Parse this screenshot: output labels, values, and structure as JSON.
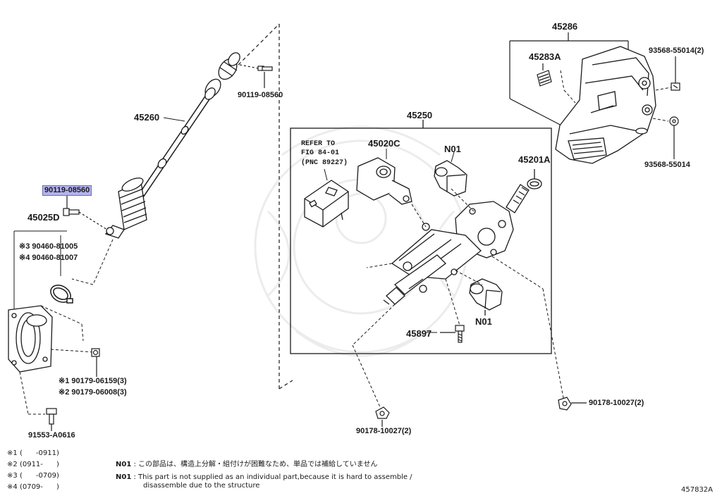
{
  "parts": {
    "p45260": "45260",
    "p90119_08560_top": "90119-08560",
    "p90119_08560_hl": "90119-08560",
    "p45025d": "45025D",
    "p90460_81005": "※3 90460-81005",
    "p90460_81007": "※4 90460-81007",
    "p90179_06159": "※1 90179-06159(3)",
    "p90179_06008": "※2 90179-06008(3)",
    "p91553": "91553-A0616",
    "p45250": "45250",
    "refer_line1": "REFER TO",
    "refer_line2": "FIG 84-01",
    "refer_line3": "(PNC 89227)",
    "p45020c": "45020C",
    "n01_top": "N01",
    "p45201a": "45201A",
    "n01_bottom": "N01",
    "p45897": "45897",
    "p90178_left": "90178-10027(2)",
    "p90178_right": "90178-10027(2)",
    "p45286": "45286",
    "p45283a": "45283A",
    "p93568_top": "93568-55014(2)",
    "p93568_bottom": "93568-55014"
  },
  "footnotes": [
    {
      "mark": "※1",
      "range": "(      -0911)"
    },
    {
      "mark": "※2",
      "range": "(0911-      )"
    },
    {
      "mark": "※3",
      "range": "(      -0709)"
    },
    {
      "mark": "※4",
      "range": "(0709-      )"
    }
  ],
  "notes": {
    "n01_code_jp": "N01",
    "n01_text_jp": ":  この部品は、構造上分解・組付けが困難なため、単品では補給していません",
    "n01_code_en": "N01",
    "n01_text_en_1": ":  This part is not supplied as an individual part,because it is hard to assemble /",
    "n01_text_en_2": "disassemble due to the structure"
  },
  "figure_id": "457832A",
  "colors": {
    "highlight": "#b3b3ee",
    "line": "#1a1a1a",
    "watermark": "#ececec"
  }
}
